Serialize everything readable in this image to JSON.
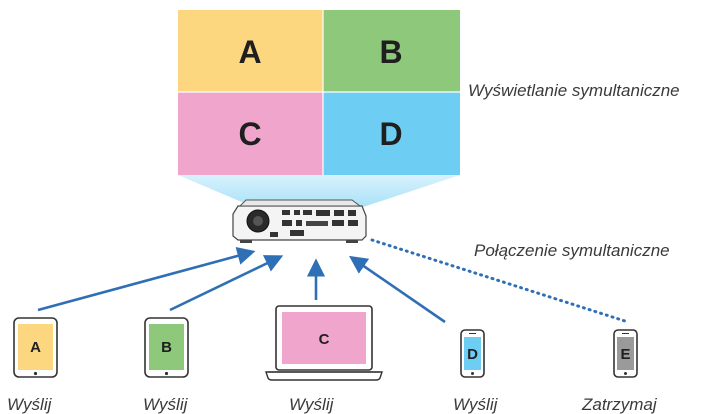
{
  "screen": {
    "quadrants": [
      {
        "letter": "A",
        "color": "#fcd77f"
      },
      {
        "letter": "B",
        "color": "#8ec97b"
      },
      {
        "letter": "C",
        "color": "#f0a6cc"
      },
      {
        "letter": "D",
        "color": "#6dcdf3"
      }
    ],
    "caption": "Wyświetlanie symultaniczne"
  },
  "projector": {
    "beam_color": "#bfe9fb",
    "connection_caption": "Połączenie symultaniczne"
  },
  "arrow_color": "#2f6fb5",
  "devices": [
    {
      "type": "tablet",
      "letter": "A",
      "color": "#fcd77f",
      "label": "Wyślij"
    },
    {
      "type": "tablet",
      "letter": "B",
      "color": "#8ec97b",
      "label": "Wyślij"
    },
    {
      "type": "laptop",
      "letter": "C",
      "color": "#f0a6cc",
      "label": "Wyślij"
    },
    {
      "type": "phone",
      "letter": "D",
      "color": "#6dcdf3",
      "label": "Wyślij"
    },
    {
      "type": "phone",
      "letter": "E",
      "color": "#9a9a9a",
      "label": "Zatrzymaj"
    }
  ]
}
